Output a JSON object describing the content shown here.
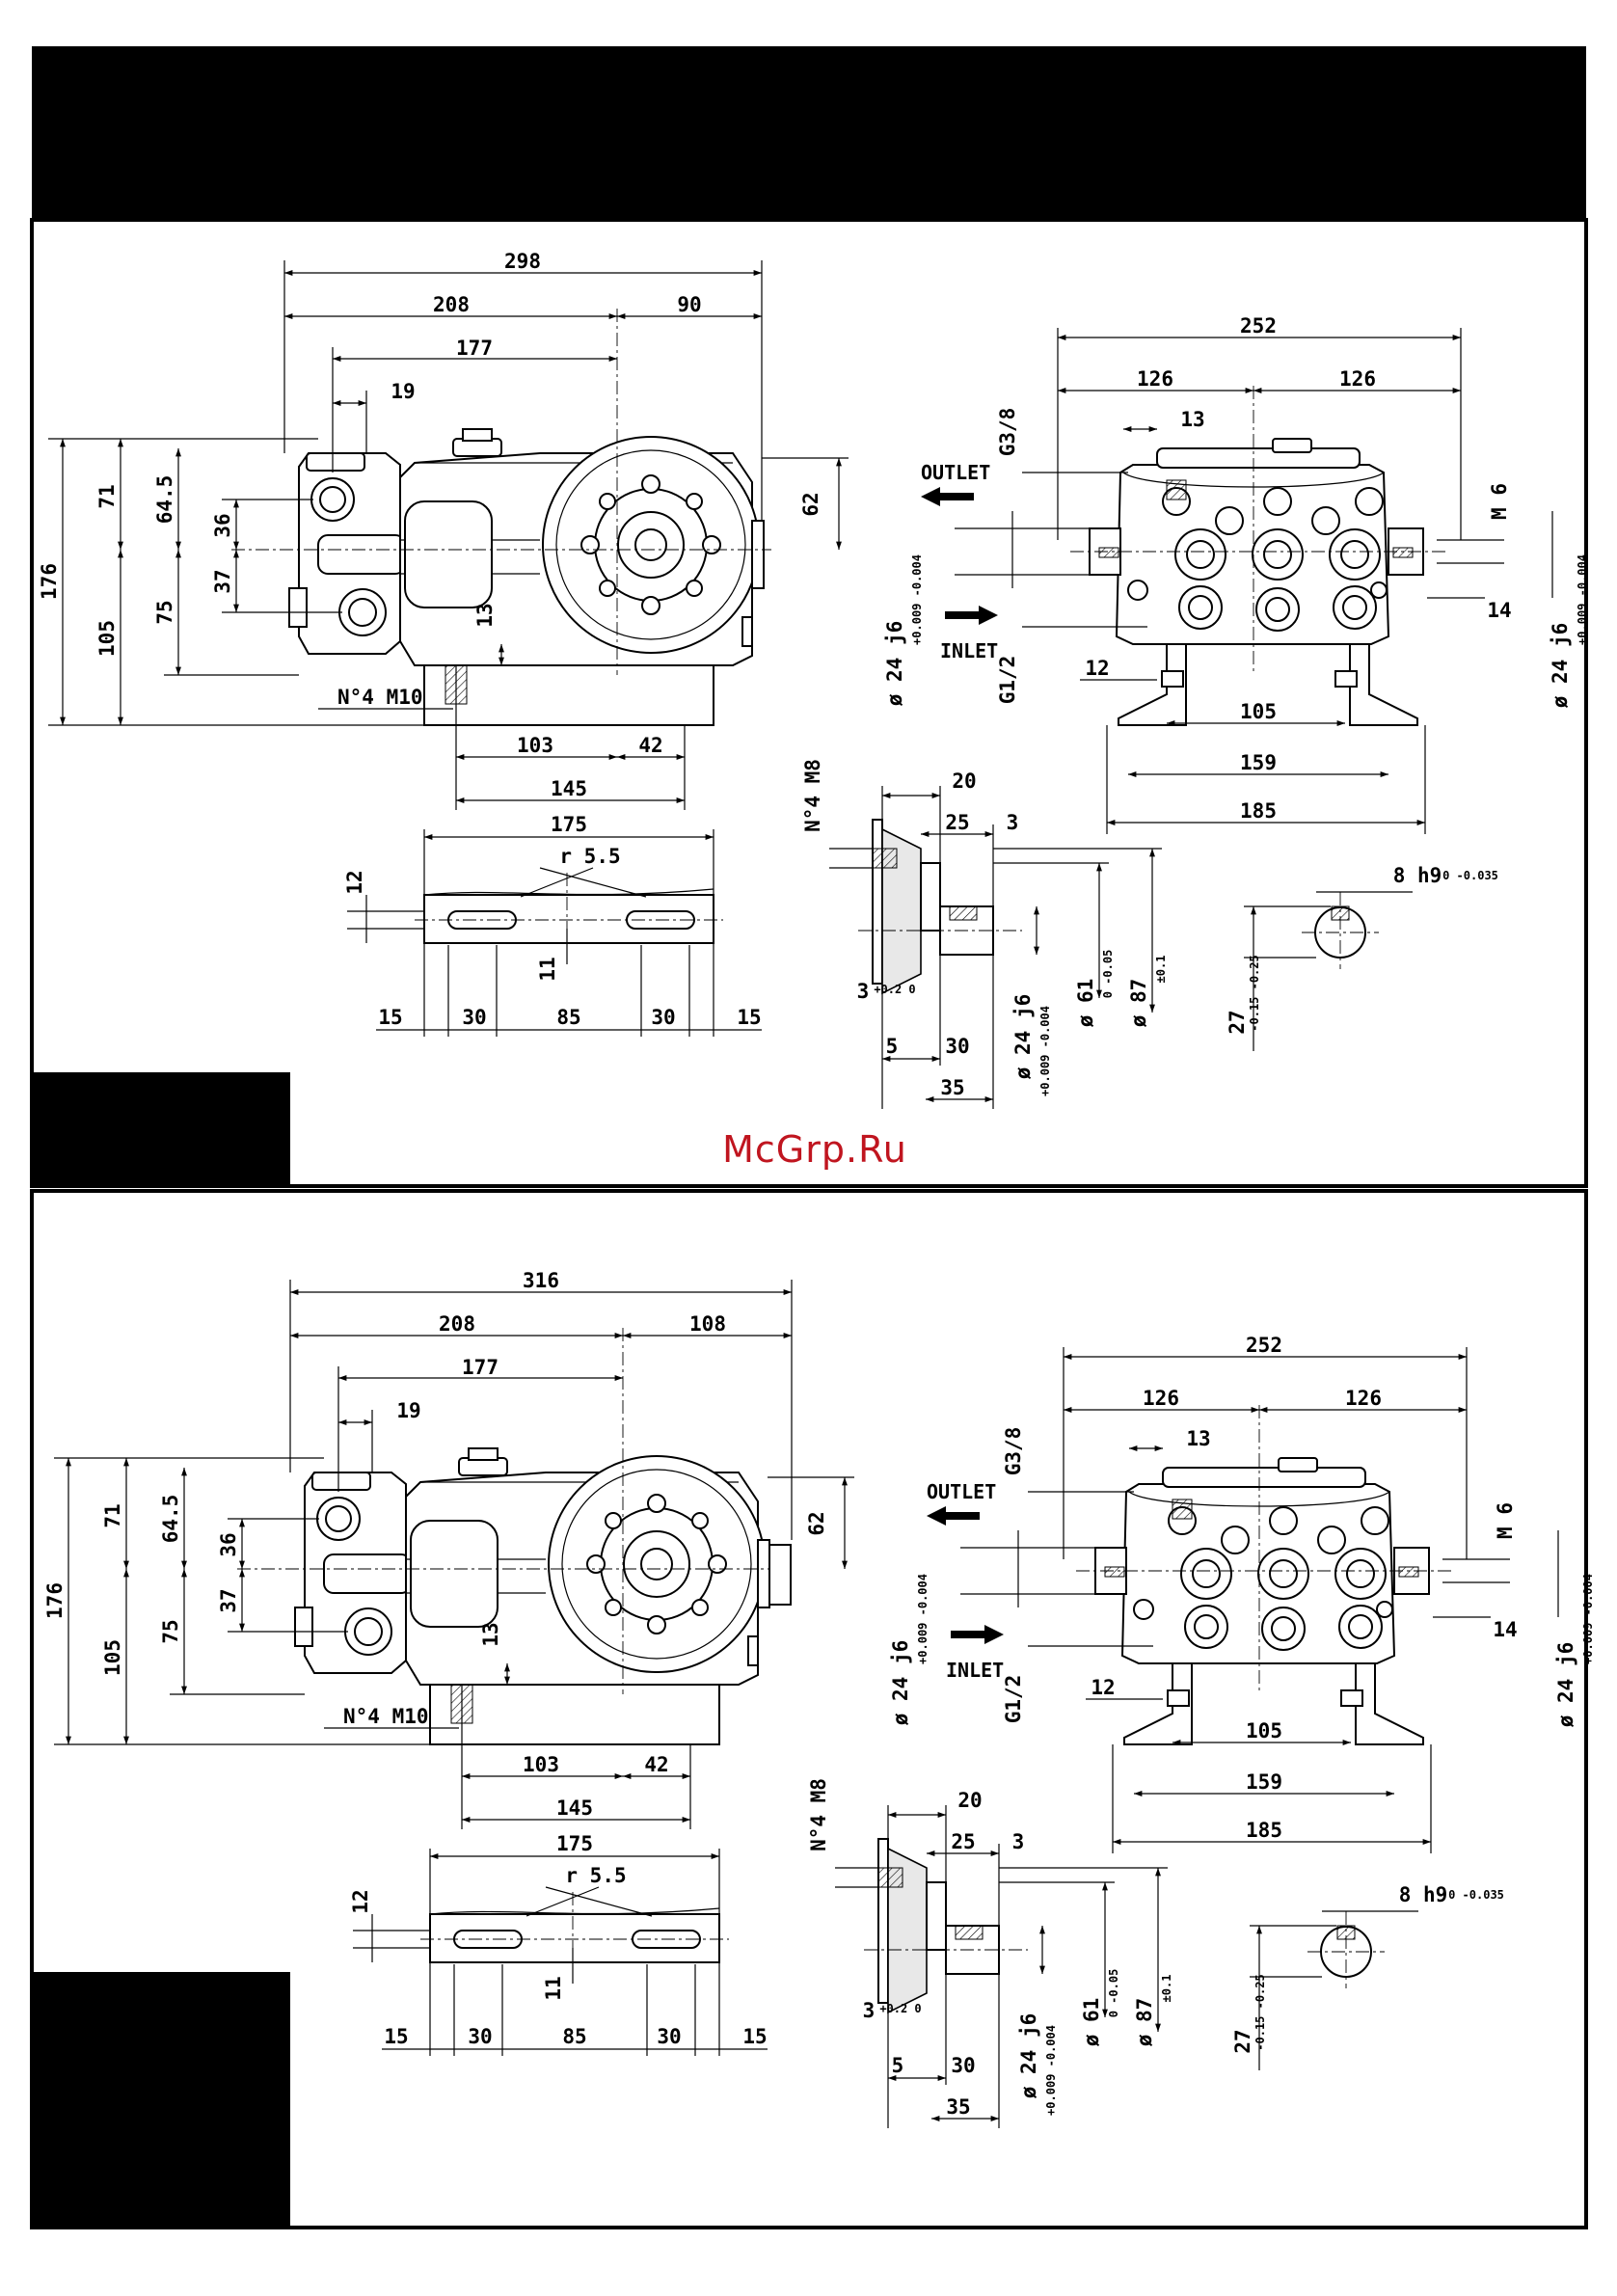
{
  "watermark": "McGrp.Ru",
  "views": [
    {
      "side": {
        "overall": "298",
        "head_len": "208",
        "rear_len": "90",
        "d177": "177",
        "d19": "19",
        "h176": "176",
        "h71": "71",
        "h105": "105",
        "h645": "64.5",
        "h75": "75",
        "h36": "36",
        "h37": "37",
        "h62": "62",
        "h13": "13",
        "bolts": "N°4 M10",
        "d103": "103",
        "d42": "42",
        "d145": "145"
      },
      "front": {
        "w252": "252",
        "w126a": "126",
        "w126b": "126",
        "d13": "13",
        "outlet": "OUTLET",
        "inlet": "INLET",
        "g38": "G3/8",
        "g12": "G1/2",
        "m6": "M 6",
        "d14": "14",
        "d12": "12",
        "d105": "105",
        "d159": "159",
        "d185": "185",
        "shaft_l": "ø 24 j6",
        "shaft_l_tol": "+0.009 -0.004",
        "shaft_r": "ø 24 j6",
        "shaft_r_tol": "+0.009 -0.004"
      },
      "base": {
        "w175": "175",
        "r55": "r 5.5",
        "h12": "12",
        "h11": "11",
        "s15a": "15",
        "s30a": "30",
        "s85": "85",
        "s30b": "30",
        "s15b": "15"
      },
      "shaft": {
        "m8": "N°4 M8",
        "d20": "20",
        "d25": "25",
        "d3": "3",
        "d3b": "3",
        "d3b_tol": "+0.2 0",
        "d5": "5",
        "d30": "30",
        "d35": "35",
        "d24": "ø 24 j6",
        "d24_tol": "+0.009 -0.004",
        "d61": "ø 61",
        "d61_tol": "0 -0.05",
        "d87": "ø 87",
        "d87_tol": "±0.1"
      },
      "key": {
        "k8": "8 h9",
        "k8_tol": "0 -0.035",
        "k27": "27",
        "k27_tol": "-0.15 -0.25"
      }
    },
    {
      "side": {
        "overall": "316",
        "head_len": "208",
        "rear_len": "108",
        "d177": "177",
        "d19": "19",
        "h176": "176",
        "h71": "71",
        "h105": "105",
        "h645": "64.5",
        "h75": "75",
        "h36": "36",
        "h37": "37",
        "h62": "62",
        "h13": "13",
        "bolts": "N°4 M10",
        "d103": "103",
        "d42": "42",
        "d145": "145"
      },
      "front": {
        "w252": "252",
        "w126a": "126",
        "w126b": "126",
        "d13": "13",
        "outlet": "OUTLET",
        "inlet": "INLET",
        "g38": "G3/8",
        "g12": "G1/2",
        "m6": "M 6",
        "d14": "14",
        "d12": "12",
        "d105": "105",
        "d159": "159",
        "d185": "185",
        "shaft_l": "ø 24 j6",
        "shaft_l_tol": "+0.009 -0.004",
        "shaft_r": "ø 24 j6",
        "shaft_r_tol": "+0.009 -0.004"
      },
      "base": {
        "w175": "175",
        "r55": "r 5.5",
        "h12": "12",
        "h11": "11",
        "s15a": "15",
        "s30a": "30",
        "s85": "85",
        "s30b": "30",
        "s15b": "15"
      },
      "shaft": {
        "m8": "N°4 M8",
        "d20": "20",
        "d25": "25",
        "d3": "3",
        "d3b": "3",
        "d3b_tol": "+0.2 0",
        "d5": "5",
        "d30": "30",
        "d35": "35",
        "d24": "ø 24 j6",
        "d24_tol": "+0.009 -0.004",
        "d61": "ø 61",
        "d61_tol": "0 -0.05",
        "d87": "ø 87",
        "d87_tol": "±0.1"
      },
      "key": {
        "k8": "8 h9",
        "k8_tol": "0 -0.035",
        "k27": "27",
        "k27_tol": "-0.15 -0.25"
      }
    }
  ]
}
